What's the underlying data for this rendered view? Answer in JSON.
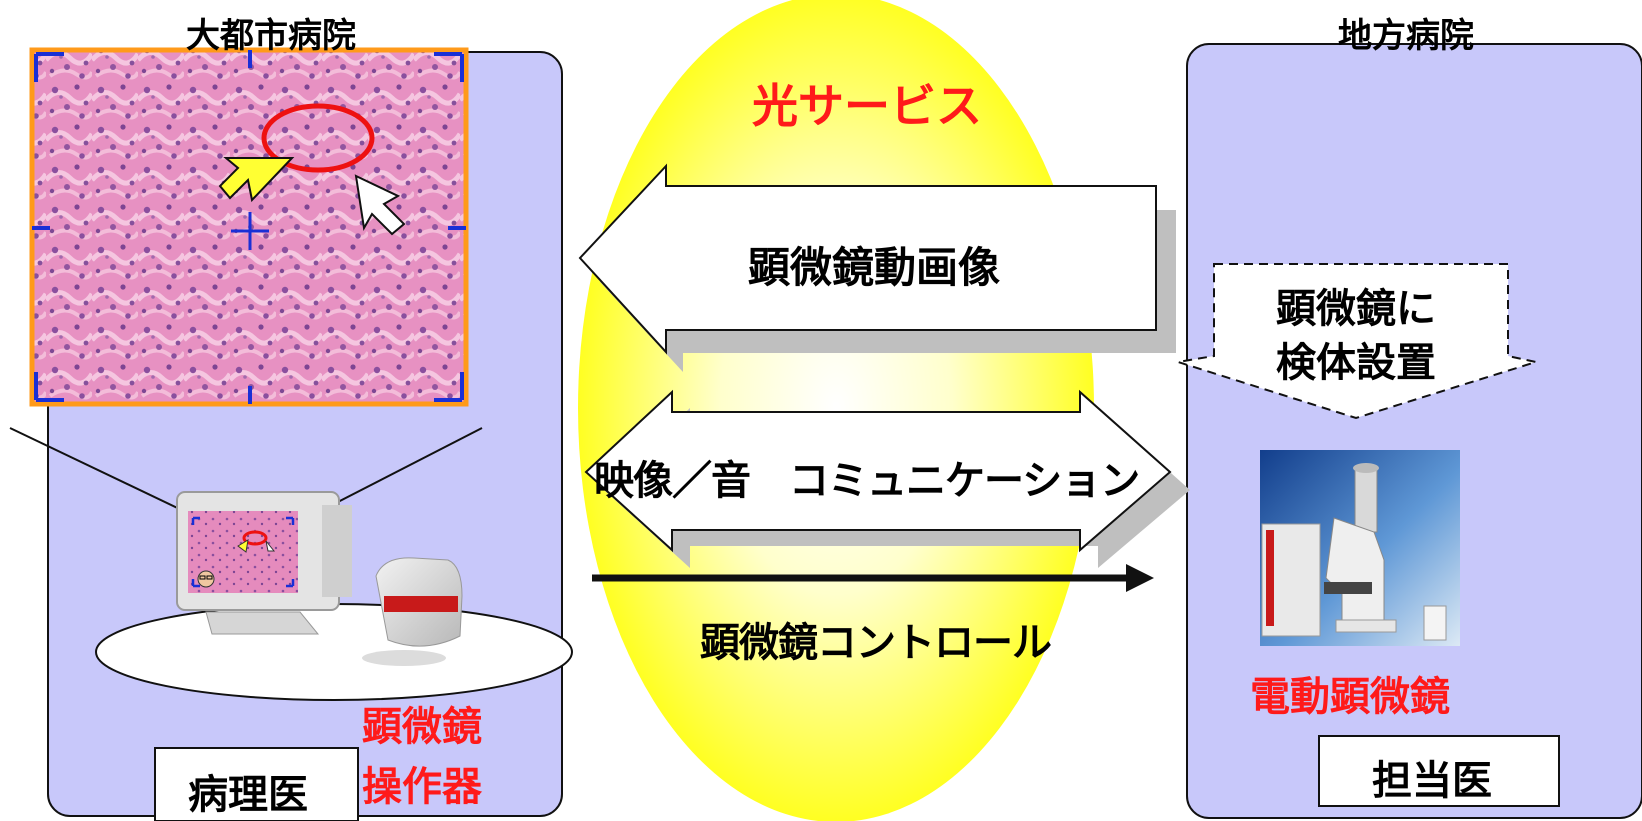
{
  "left_hospital": {
    "title": "大都市病院",
    "device_label_line1": "顕微鏡",
    "device_label_line2": "操作器",
    "role_label": "病理医"
  },
  "right_hospital": {
    "title": "地方病院",
    "setup_label_line1": "顕微鏡に",
    "setup_label_line2": "検体設置",
    "device_label": "電動顕微鏡",
    "role_label": "担当医"
  },
  "center": {
    "service_label": "光サービス",
    "video_arrow_label": "顕微鏡動画像",
    "comm_arrow_label": "映像／音　コミュニケーション",
    "control_label": "顕微鏡コントロール"
  },
  "colors": {
    "panel_fill": "#c8c8fa",
    "service_label": "#ff1a1a",
    "ellipse_center": "#ffffff",
    "ellipse_edge": "#ffff00",
    "tissue_pink": "#e98fc0",
    "frame_orange": "#ff9a1a",
    "crosshair_blue": "#1a2fd6",
    "highlight_red": "#ee1111",
    "pointer_yellow": "#ffff33"
  }
}
